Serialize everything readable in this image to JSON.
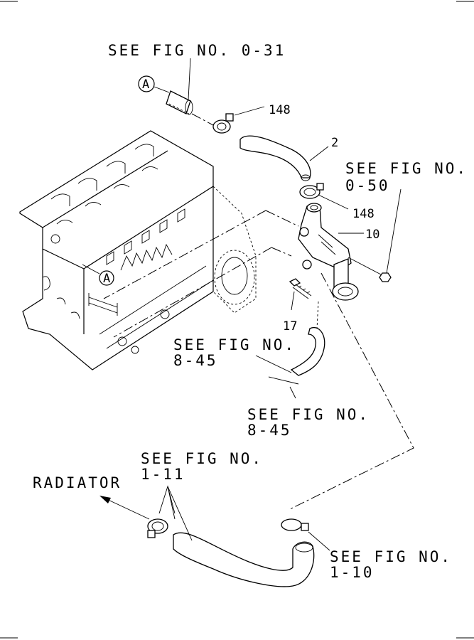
{
  "labels": {
    "fig_0_31": "SEE FIG NO. 0-31",
    "fig_0_50_line1": "SEE FIG NO.",
    "fig_0_50_line2": "0-50",
    "fig_8_45a_line1": "SEE FIG NO.",
    "fig_8_45a_line2": "8-45",
    "fig_8_45b_line1": "SEE FIG NO.",
    "fig_8_45b_line2": "8-45",
    "fig_1_11_line1": "SEE FIG NO.",
    "fig_1_11_line2": "1-11",
    "fig_1_10_line1": "SEE FIG NO.",
    "fig_1_10_line2": "1-10",
    "radiator": "RADIATOR"
  },
  "callouts": {
    "part_148_top": "148",
    "part_2": "2",
    "part_148_mid": "148",
    "part_10": "10",
    "part_17": "17",
    "ref_a_top": "A",
    "ref_a_engine": "A"
  }
}
